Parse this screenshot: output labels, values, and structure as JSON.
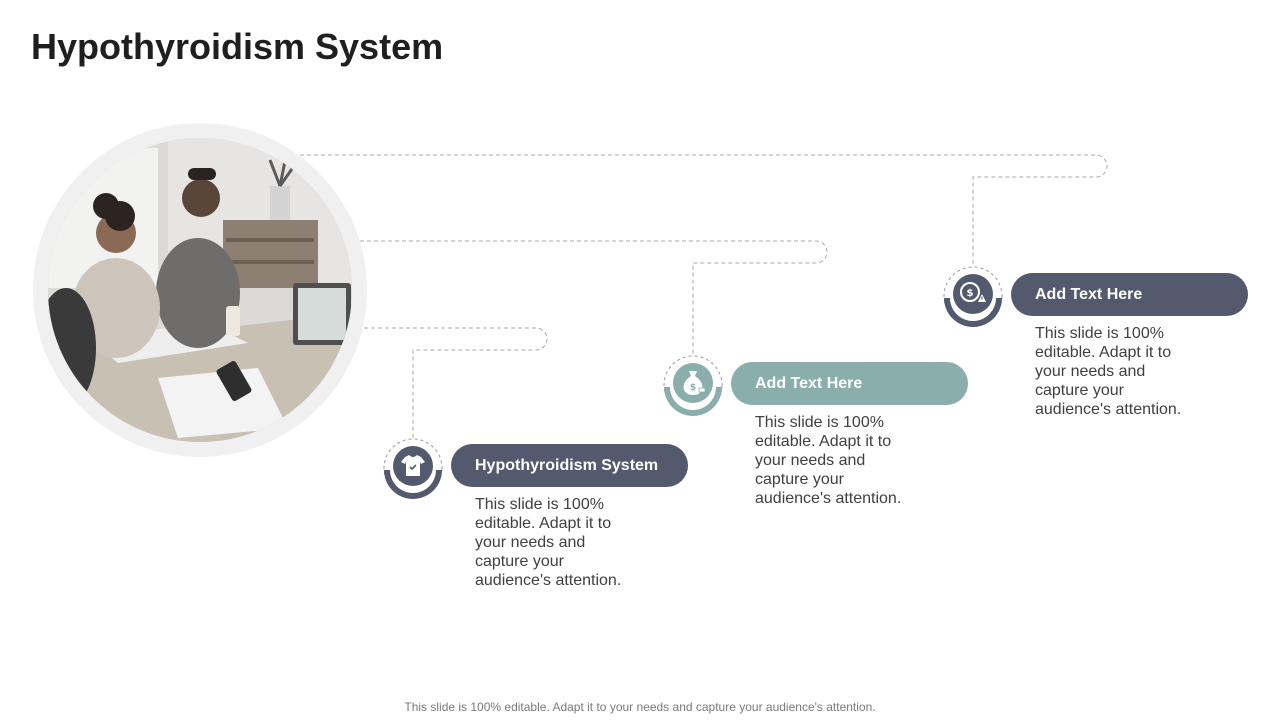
{
  "slide": {
    "title": "Hypothyroidism System",
    "footer": "This slide is 100% editable. Adapt it to your needs and capture your audience's attention."
  },
  "colors": {
    "dark_slate": "#545a6e",
    "teal": "#8aaeac",
    "ring_gray": "#f0f0f0",
    "connector": "#a8a8a8"
  },
  "steps": [
    {
      "heading": "Hypothyroidism System",
      "description": "This slide is 100% editable. Adapt it to your needs and capture your audience's attention.",
      "icon": "tshirt-icon",
      "color": "#545a6e"
    },
    {
      "heading": "Add Text Here",
      "description": "This slide is 100% editable. Adapt it to your needs and capture your audience's attention.",
      "icon": "money-bag-icon",
      "color": "#8aaeac"
    },
    {
      "heading": "Add Text Here",
      "description": "This slide is 100% editable. Adapt it to your needs and capture your audience's attention.",
      "icon": "coin-warning-icon",
      "color": "#545a6e"
    }
  ]
}
